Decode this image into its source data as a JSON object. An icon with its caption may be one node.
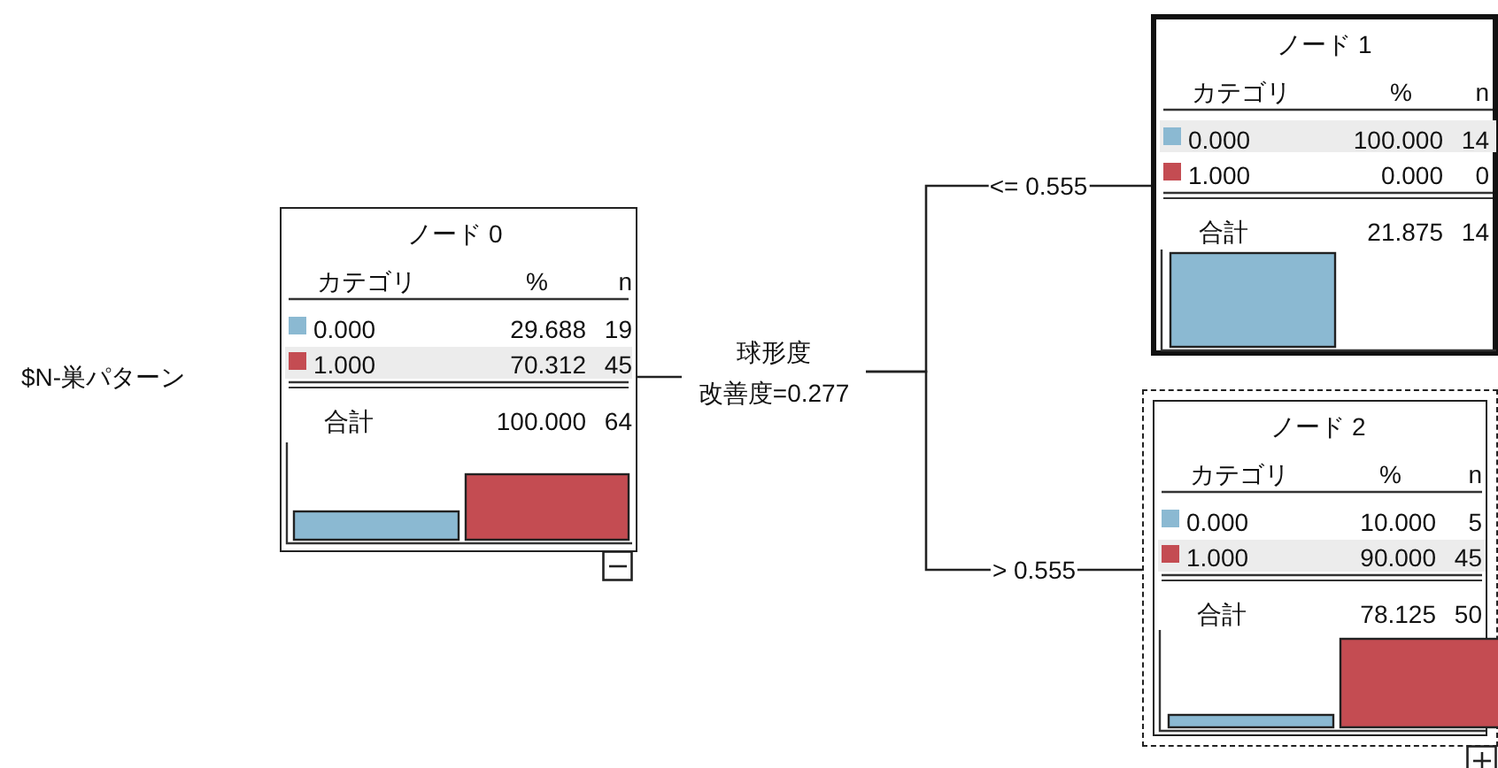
{
  "diagram": {
    "nodes": [
      {
        "text": [
          "ノード 0",
          "カテゴリ",
          "%",
          "n",
          "0.000",
          "29.688",
          "19",
          "1.000",
          "70.312",
          "45",
          "合計",
          "100.000",
          "64"
        ]
      },
      {
        "text": [
          "球形度",
          "改善度=0.277"
        ]
      },
      {
        "text": [
          "ノード 1",
          "カテゴリ",
          "%",
          "n",
          "0.000",
          "100.000",
          "14",
          "1.000",
          "0.000",
          "0",
          "合計",
          "21.875",
          "14"
        ]
      },
      {
        "text": [
          "ノード 2",
          "カテゴリ",
          "%",
          "n",
          "0.000",
          "10.000",
          "5",
          "1.000",
          "90.000",
          "45",
          "合計",
          "78.125",
          "50"
        ]
      }
    ],
    "edges": [
      {
        "from": 0,
        "to": 1,
        "arrow": "none"
      },
      {
        "from": 1,
        "to": 2,
        "arrow": "none",
        "label": "<= 0.555"
      },
      {
        "from": 1,
        "to": 3,
        "arrow": "none",
        "label": "> 0.555"
      }
    ],
    "labels": [
      "$N-巣パターン"
    ]
  }
}
